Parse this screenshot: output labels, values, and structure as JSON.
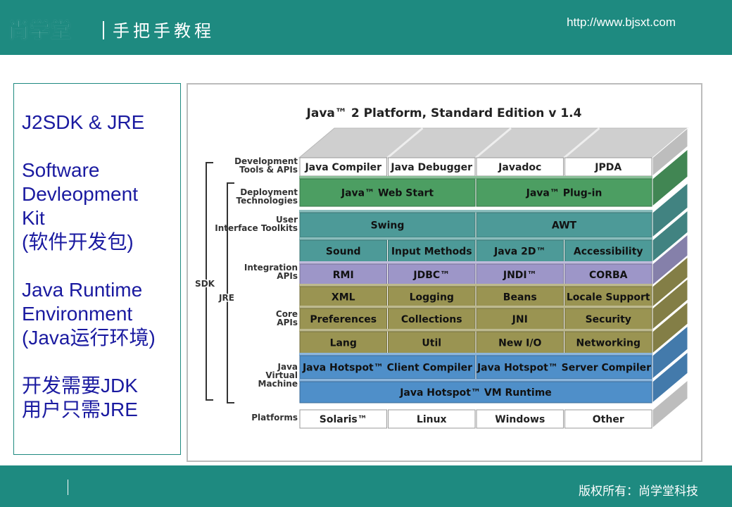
{
  "header": {
    "logo": "尚学堂",
    "title": "手把手教程",
    "url": "http://www.bjsxt.com"
  },
  "footer": {
    "copyright": "版权所有：尚学堂科技"
  },
  "left_panel": {
    "title": "J2SDK & JRE",
    "sdk_lines": [
      "Software",
      "Devleopment",
      "Kit",
      "(软件开发包)"
    ],
    "jre_lines": [
      "Java Runtime",
      "Environment",
      "(Java运行环境)"
    ],
    "note_lines": [
      "开发需要JDK",
      "用户只需JRE"
    ]
  },
  "diagram": {
    "title": "Java™ 2 Platform, Standard Edition v 1.4",
    "brackets": {
      "sdk": "SDK",
      "jre": "JRE"
    },
    "colors": {
      "tools": "#fbfbfb",
      "deploy": "#4c9e62",
      "toolkit": "#4d9a98",
      "integration": "#9d96c8",
      "core": "#9a9452",
      "jvm": "#4f8fc9",
      "platform": "#fbfbfb"
    },
    "rows": [
      {
        "group": "Development Tools & APIs",
        "style": "tools",
        "cells": [
          "Java Compiler",
          "Java Debugger",
          "Javadoc",
          "JPDA"
        ]
      },
      {
        "group": "Deployment Technologies",
        "style": "deploy",
        "cells": [
          "Java™ Web Start",
          "Java™ Plug-in"
        ]
      },
      {
        "group": "User Interface Toolkits",
        "style": "toolkit",
        "cells": [
          "Swing",
          "AWT"
        ]
      },
      {
        "group": "",
        "style": "toolkit",
        "cells": [
          "Sound",
          "Input Methods",
          "Java 2D™",
          "Accessibility"
        ]
      },
      {
        "group": "Integration APIs",
        "style": "integration",
        "cells": [
          "RMI",
          "JDBC™",
          "JNDI™",
          "CORBA"
        ]
      },
      {
        "group": "",
        "style": "core",
        "cells": [
          "XML",
          "Logging",
          "Beans",
          "Locale Support"
        ]
      },
      {
        "group": "Core APIs",
        "style": "core",
        "cells": [
          "Preferences",
          "Collections",
          "JNI",
          "Security"
        ]
      },
      {
        "group": "",
        "style": "core",
        "cells": [
          "Lang",
          "Util",
          "New I/O",
          "Networking"
        ]
      },
      {
        "group": "",
        "style": "jvm",
        "cells": [
          "Java Hotspot™ Client Compiler",
          "Java Hotspot™ Server Compiler"
        ]
      },
      {
        "group": "Java Virtual Machine",
        "style": "jvm",
        "cells": [
          "Java Hotspot™ VM Runtime"
        ]
      },
      {
        "group": "Platforms",
        "style": "platform",
        "cells": [
          "Solaris™",
          "Linux",
          "Windows",
          "Other"
        ]
      }
    ]
  }
}
